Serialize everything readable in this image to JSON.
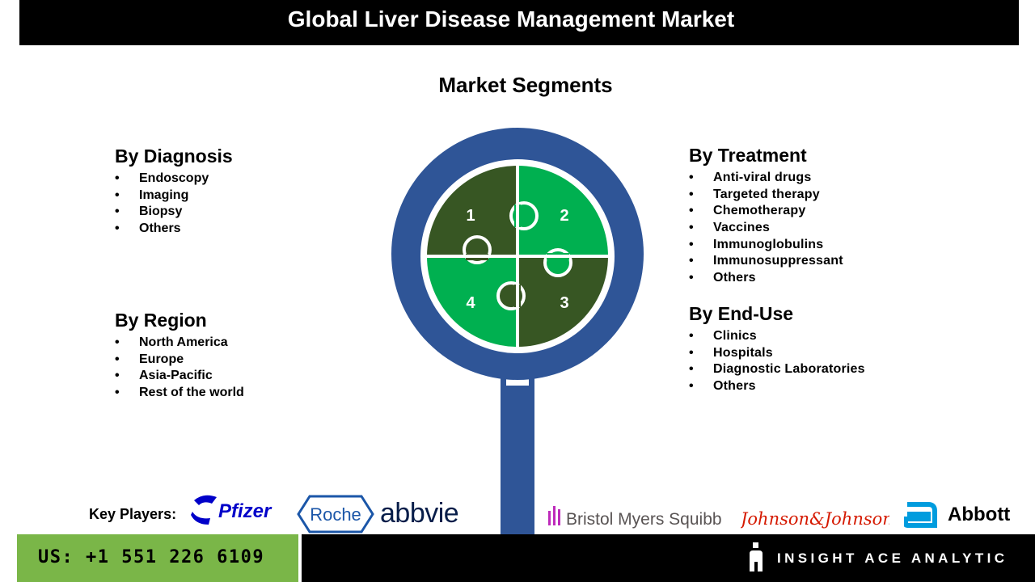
{
  "title": "Global Liver Disease Management Market",
  "subtitle": "Market Segments",
  "segments": {
    "diagnosis": {
      "heading": "By Diagnosis",
      "items": [
        "Endoscopy",
        "Imaging",
        "Biopsy",
        "Others"
      ]
    },
    "region": {
      "heading": "By Region",
      "items": [
        "North America",
        "Europe",
        "Asia-Pacific",
        "Rest of the world"
      ]
    },
    "treatment": {
      "heading": "By Treatment",
      "items": [
        "Anti-viral drugs",
        "Targeted therapy",
        "Chemotherapy",
        "Vaccines",
        "Immunoglobulins",
        "Immunosuppressant",
        "Others"
      ]
    },
    "enduse": {
      "heading": "By End-Use",
      "items": [
        "Clinics",
        "Hospitals",
        "Diagnostic Laboratories",
        "Others"
      ]
    }
  },
  "puzzle": {
    "labels": [
      "1",
      "2",
      "3",
      "4"
    ]
  },
  "bullet": "•",
  "key_players": {
    "label": "Key Players:",
    "logos": {
      "pfizer": "Pfizer",
      "roche": "Roche",
      "abbvie": "abbvie",
      "bms": "Bristol Myers Squibb",
      "jnj": "Johnson&Johnson",
      "abbott": "Abbott"
    }
  },
  "footer": {
    "phone": "US: +1 551 226 6109",
    "brand": "INSIGHT ACE ANALYTIC"
  },
  "colors": {
    "ring": "#2f5597",
    "dark_green": "#375623",
    "bright_green": "#00b050",
    "footer_green": "#7ab648"
  }
}
